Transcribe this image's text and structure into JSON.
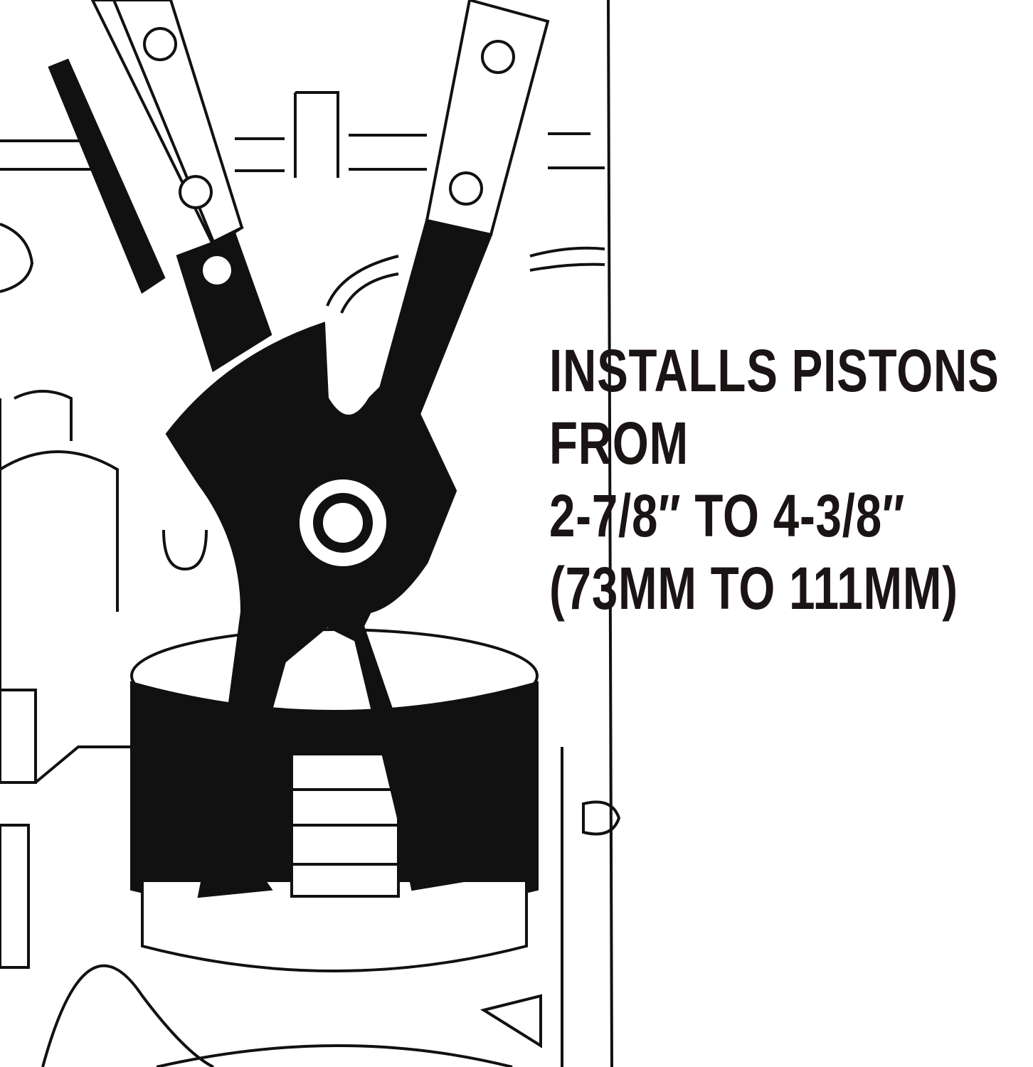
{
  "caption": {
    "lines": [
      "INSTALLS PISTONS",
      "FROM",
      "2-7/8″ TO 4-3/8″",
      "(73MM TO 111MM)"
    ]
  },
  "colors": {
    "ink": "#1a1414",
    "background": "#ffffff"
  },
  "illustration": "piston-ring-compressor-pliers"
}
